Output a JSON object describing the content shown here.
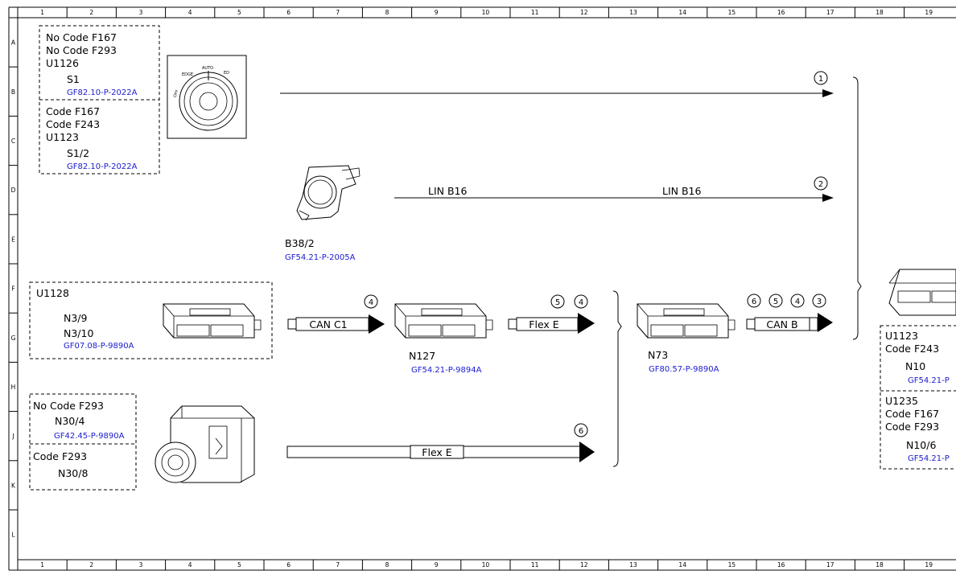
{
  "grid": {
    "columns": [
      "1",
      "2",
      "3",
      "4",
      "5",
      "6",
      "7",
      "8",
      "9",
      "10",
      "11",
      "12",
      "13",
      "14",
      "15",
      "16",
      "17",
      "18",
      "19"
    ],
    "rows": [
      "A",
      "B",
      "C",
      "D",
      "E",
      "F",
      "G",
      "H",
      "J",
      "K",
      "L"
    ]
  },
  "blocks": {
    "s1_codes_a": [
      "No Code F167",
      "No Code F293",
      "U1126"
    ],
    "s1_name": "S1",
    "s1_ref": "GF82.10-P-2022A",
    "s1_codes_b": [
      "Code F167",
      "Code F243",
      "U1123"
    ],
    "s1_2_name": "S1/2",
    "s1_2_ref": "GF82.10-P-2022A",
    "n3_code": "U1128",
    "n3_names": [
      "N3/9",
      "N3/10"
    ],
    "n3_ref": "GF07.08-P-9890A",
    "n30_codes_a": [
      "No Code F293"
    ],
    "n30_4_name": "N30/4",
    "n30_4_ref": "GF42.45-P-9890A",
    "n30_codes_b": [
      "Code F293"
    ],
    "n30_8_name": "N30/8",
    "n10_codes_a": [
      "U1123",
      "Code F243"
    ],
    "n10_name": "N10",
    "n10_ref": "GF54.21-P",
    "n10_codes_b": [
      "U1235",
      "Code F167",
      "Code F293"
    ],
    "n10_6_name": "N10/6",
    "n10_6_ref": "GF54.21-P"
  },
  "components": {
    "b38": {
      "name": "B38/2",
      "ref": "GF54.21-P-2005A"
    },
    "n127": {
      "name": "N127",
      "ref": "GF54.21-P-9894A"
    },
    "n73": {
      "name": "N73",
      "ref": "GF80.57-P-9890A"
    }
  },
  "switch_labels": {
    "auto": "AUTO",
    "left": "EDGE",
    "side": "OFF",
    "right": "ED"
  },
  "buses": {
    "lin_left": "LIN B16",
    "lin_right": "LIN B16",
    "can_c1": "CAN C1",
    "flex_e_1": "Flex E",
    "can_b": "CAN B",
    "flex_e_2": "Flex E"
  },
  "markers": {
    "m1": "1",
    "m2": "2",
    "can_c1": [
      "4"
    ],
    "flex_e": [
      "5",
      "4"
    ],
    "can_b": [
      "6",
      "5",
      "4",
      "3"
    ],
    "m6": "6"
  }
}
